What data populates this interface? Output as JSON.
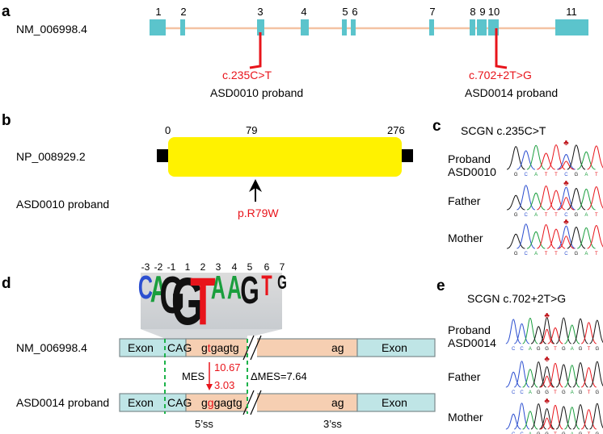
{
  "panel_labels": {
    "a": "a",
    "b": "b",
    "c": "c",
    "d": "d",
    "e": "e"
  },
  "colors": {
    "exon": "#5bc4cc",
    "intron": "#f2c5a5",
    "mutation": "#e8141b",
    "protein": "#fff200",
    "dashed": "#1cb34a",
    "exon_box": "#bfe5e6",
    "intron_box": "#f6cfb2",
    "base_a": "#1a9e3d",
    "base_c": "#2c4fd0",
    "base_g": "#111111",
    "base_t": "#e8141b"
  },
  "panel_a": {
    "transcript": "NM_006998.4",
    "exon_numbers": [
      "1",
      "2",
      "3",
      "4",
      "5",
      "6",
      "7",
      "8",
      "9",
      "10",
      "11"
    ],
    "variant1": "c.235C>T",
    "variant1_proband": "ASD0010 proband",
    "variant2": "c.702+2T>G",
    "variant2_proband": "ASD0014 proband"
  },
  "panel_b": {
    "protein": "NP_008929.2",
    "proband": "ASD0010 proband",
    "pos_start": "0",
    "pos_mid": "79",
    "pos_end": "276",
    "variant": "p.R79W"
  },
  "panel_c": {
    "title": "SCGN c.235C>T",
    "row1_line1": "Proband",
    "row1_line2": "ASD0010",
    "row2": "Father",
    "row3": "Mother",
    "sequence": [
      "G",
      "C",
      "A",
      "T",
      "T",
      "C",
      "G",
      "A",
      "T"
    ]
  },
  "panel_d": {
    "positions": [
      "-3",
      "-2",
      "-1",
      "1",
      "2",
      "3",
      "4",
      "5",
      "6",
      "7"
    ],
    "logo_letters": [
      "C",
      "A",
      "G",
      "G",
      "T",
      "A",
      "A",
      "G",
      "T",
      "G"
    ],
    "ref_label": "NM_006998.4",
    "mut_label": "ASD0014 proband",
    "exon": "Exon",
    "cag": "CAG",
    "ref_prefix": "g",
    "ref_changed": "t",
    "ref_rest": "gagtg",
    "mut_prefix": "g",
    "mut_changed": "g",
    "mut_rest": "gagtg",
    "ag": "ag",
    "mes": "MES",
    "mes_ref": "10.67",
    "mes_mut": "3.03",
    "delta_mes": "ΔMES=7.64",
    "ss5": "5’ss",
    "ss3": "3’ss"
  },
  "panel_e": {
    "title": "SCGN c.702+2T>G",
    "row1_line1": "Proband",
    "row1_line2": "ASD0014",
    "row2": "Father",
    "row3": "Mother",
    "sequence": [
      "C",
      "C",
      "A",
      "G",
      "G",
      "T",
      "G",
      "A",
      "G",
      "T",
      "G"
    ]
  }
}
